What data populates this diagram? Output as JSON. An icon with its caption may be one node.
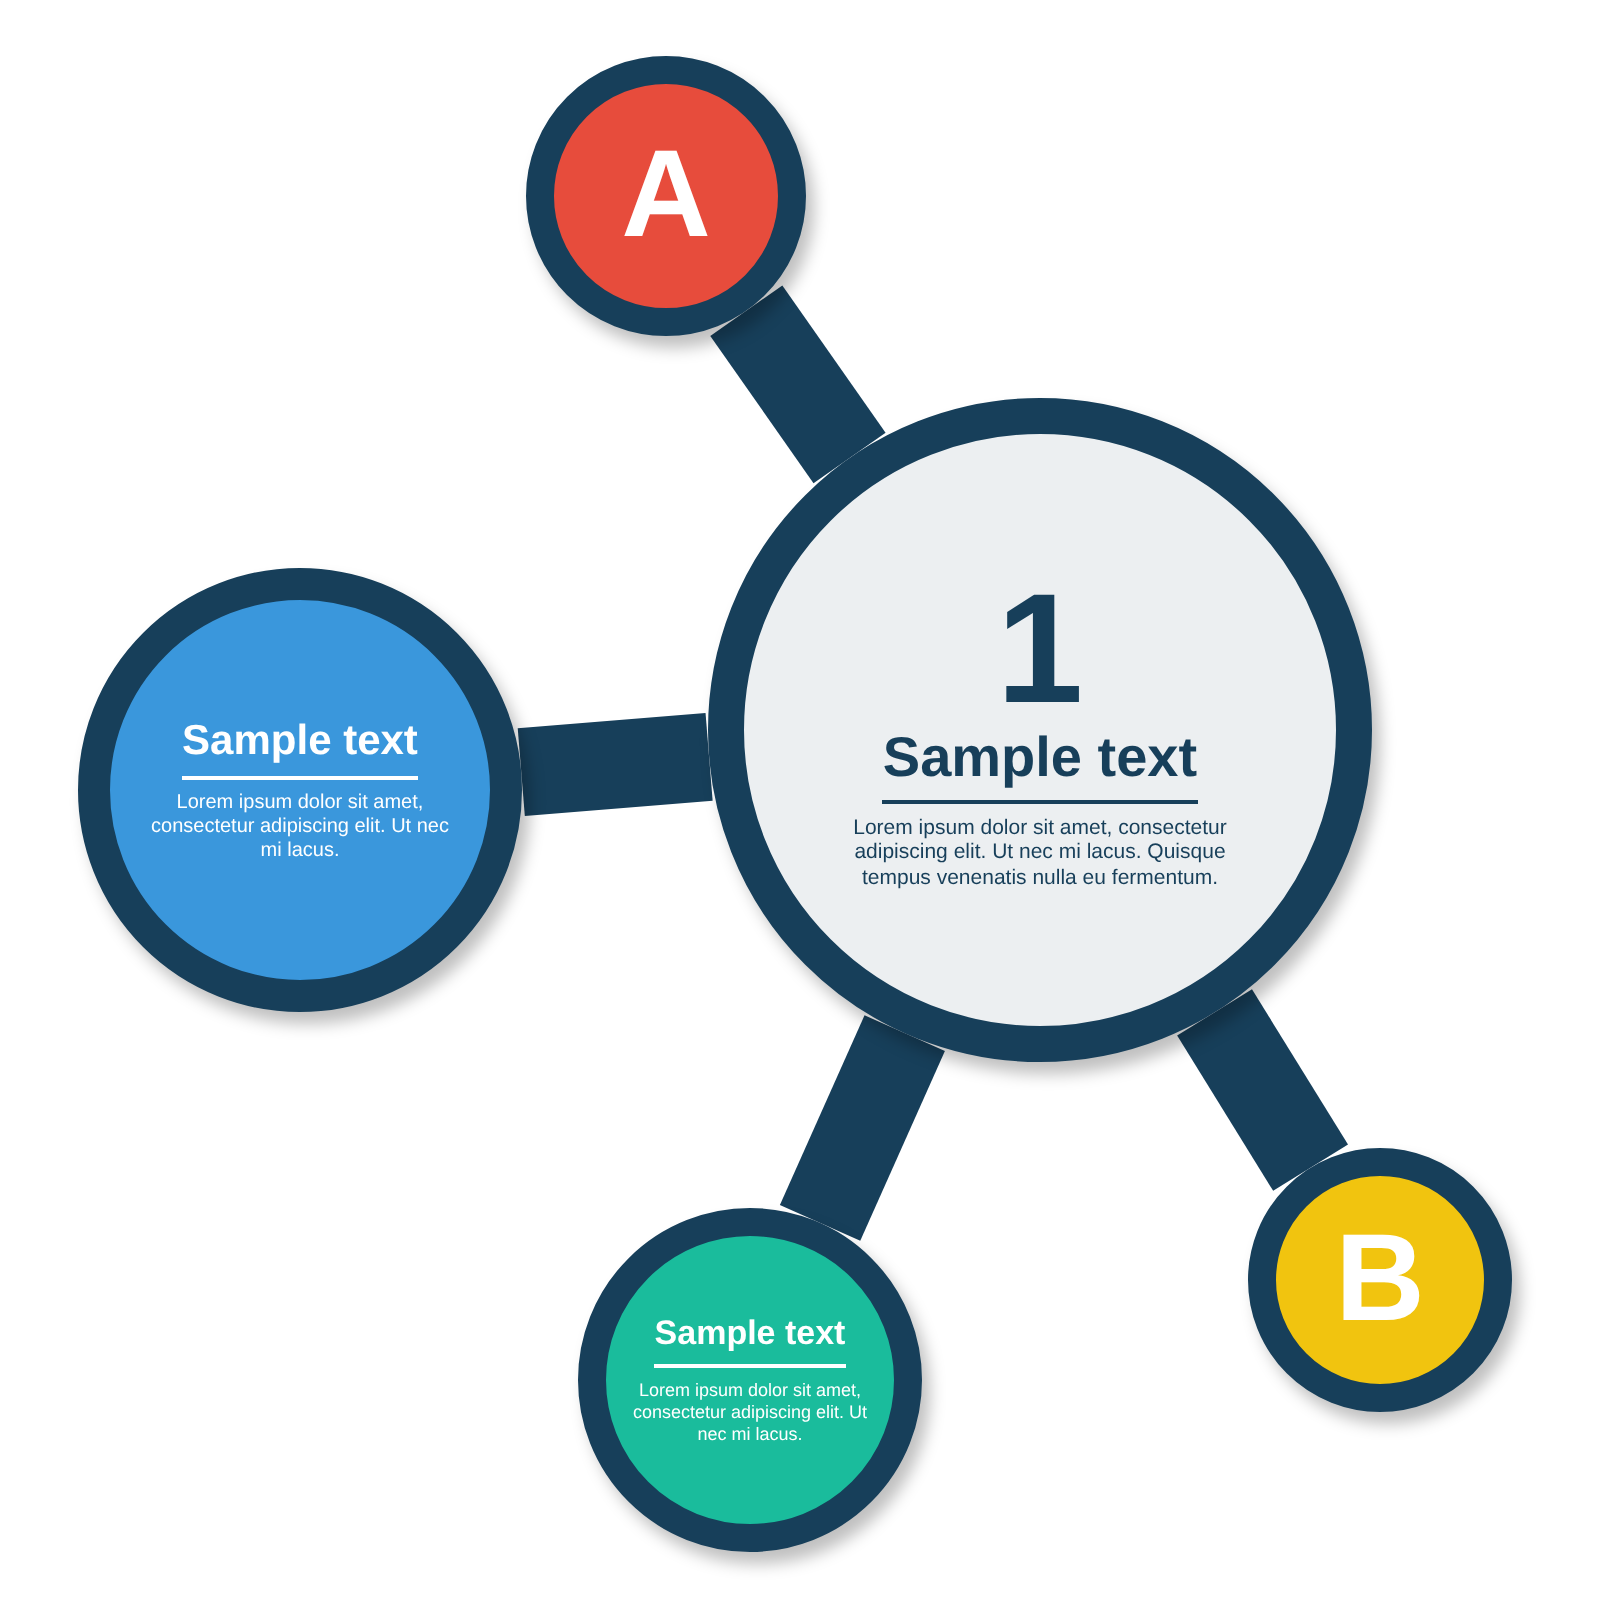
{
  "diagram": {
    "nodes": [
      {
        "text": [
          "1",
          "Sample text",
          "Lorem ipsum dolor sit amet, consectetur adipiscing elit. Ut nec mi lacus. Quisque tempus venenatis nulla eu fermentum."
        ]
      },
      {
        "text": [
          "A"
        ]
      },
      {
        "text": [
          "Sample text",
          "Lorem ipsum dolor sit amet, consectetur adipiscing elit. Ut nec mi lacus."
        ]
      },
      {
        "text": [
          "Sample text",
          "Lorem ipsum dolor sit amet, consectetur adipiscing elit. Ut nec mi lacus."
        ]
      },
      {
        "text": [
          "B"
        ]
      }
    ],
    "edges": [
      {
        "from": 0,
        "to": 1,
        "arrow": "none"
      },
      {
        "from": 0,
        "to": 2,
        "arrow": "none"
      },
      {
        "from": 0,
        "to": 3,
        "arrow": "none"
      },
      {
        "from": 0,
        "to": 4,
        "arrow": "none"
      }
    ]
  }
}
